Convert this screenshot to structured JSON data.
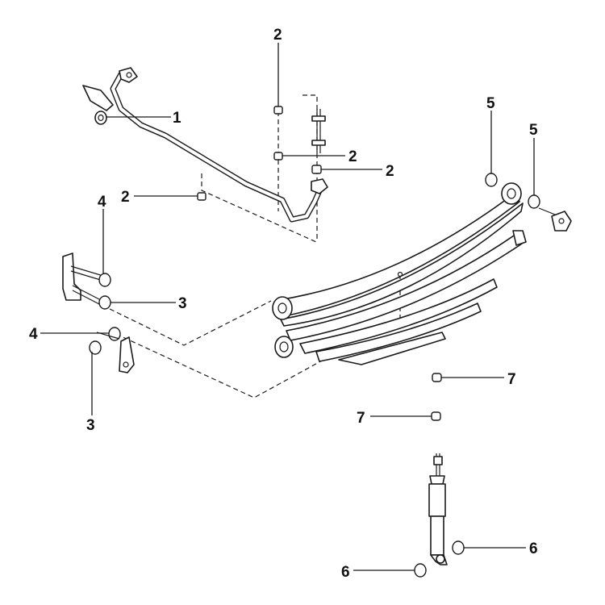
{
  "callouts": {
    "c1": "1",
    "c2a": "2",
    "c2b": "2",
    "c2c": "2",
    "c2d": "2",
    "c3a": "3",
    "c3b": "3",
    "c4a": "4",
    "c4b": "4",
    "c5a": "5",
    "c5b": "5",
    "c6a": "6",
    "c6b": "6",
    "c7a": "7",
    "c7b": "7"
  }
}
